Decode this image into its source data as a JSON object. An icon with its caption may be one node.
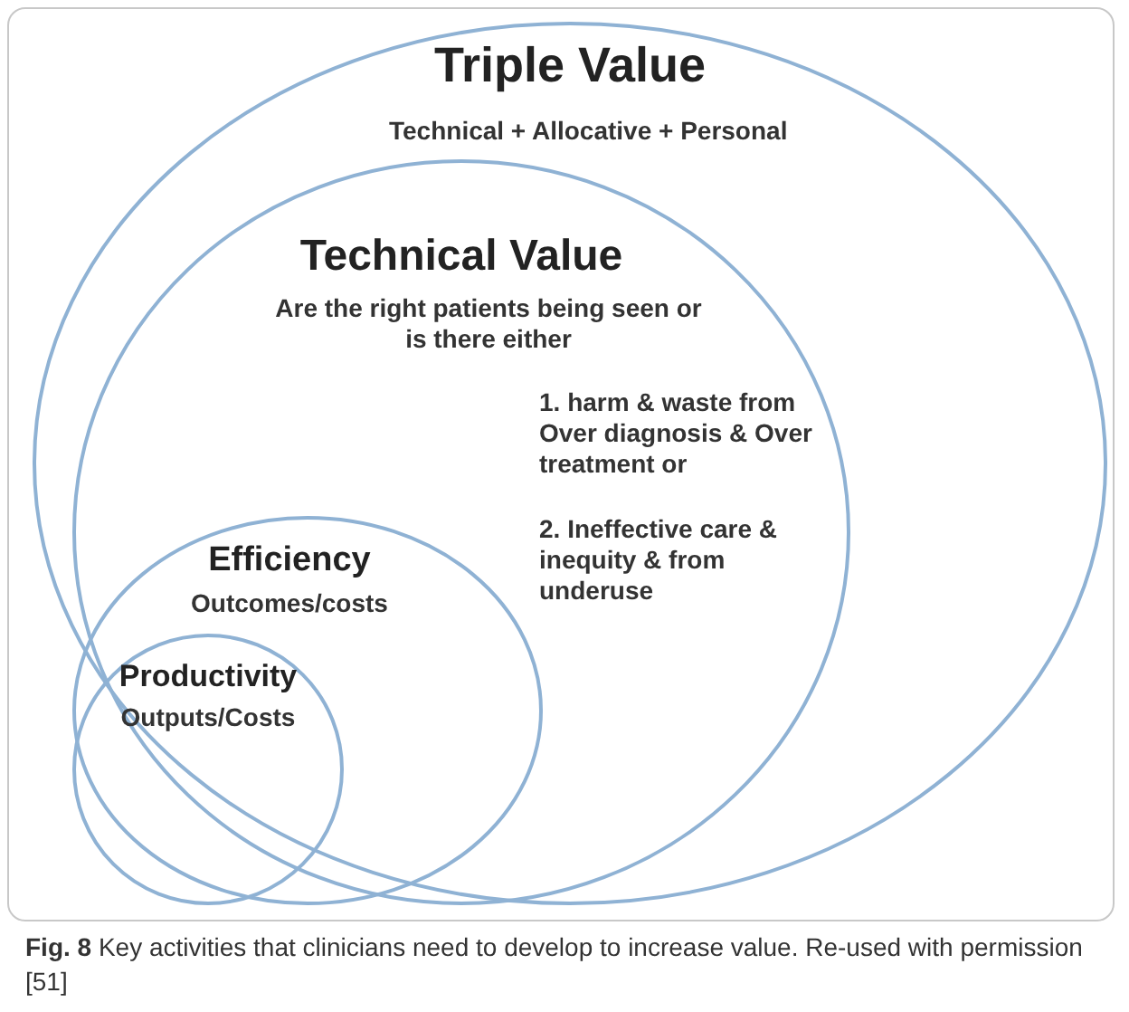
{
  "diagram": {
    "caption": "**Fig. 8** Key activities that clinicians need to develop to increase value. Re-used with permission [51]",
    "nodes": [
      {
        "text": [
          "Triple Value",
          "Technical + Allocative + Personal"
        ]
      },
      {
        "text": [
          "Technical Value",
          "Are the right patients being seen or is there either",
          "1. harm & waste from Over diagnosis & Over treatment or",
          "2. Ineffective care & inequity & from underuse"
        ],
        "in": 0
      },
      {
        "text": [
          "Efficiency",
          "Outcomes/costs"
        ],
        "in": 1
      },
      {
        "text": [
          "Productivity",
          "Outputs/Costs"
        ],
        "in": 2
      }
    ],
    "edges": []
  }
}
